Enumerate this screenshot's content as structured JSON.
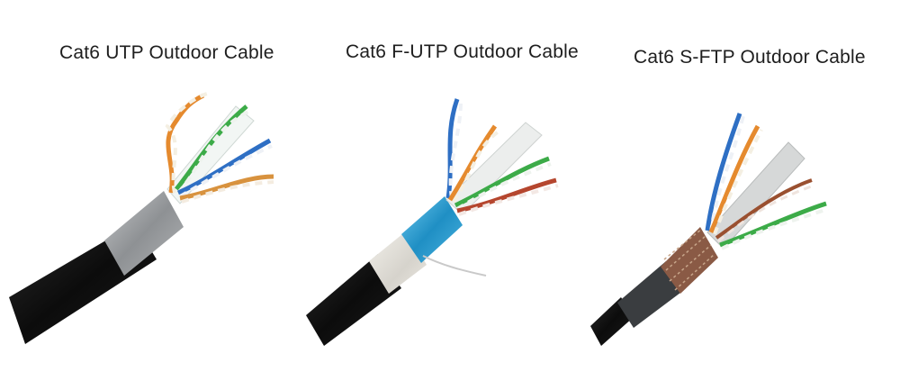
{
  "titles": [
    "Cat6 UTP Outdoor Cable",
    "Cat6 F-UTP Outdoor Cable",
    "Cat6 S-FTP Outdoor Cable"
  ],
  "colors": {
    "jacket": "#111111",
    "utp_pvc": "#9ea1a4",
    "futp_pvc": "#e3e1dc",
    "foil_blue": "#3aa9d8",
    "braid": "#8a5a45",
    "pair_orange": "#e58a2e",
    "pair_green": "#3cab48",
    "pair_blue": "#2e6fc4",
    "pair_brown": "#9a5030"
  },
  "icons": [
    "cable-utp-image",
    "cable-futp-image",
    "cable-sftp-image"
  ]
}
